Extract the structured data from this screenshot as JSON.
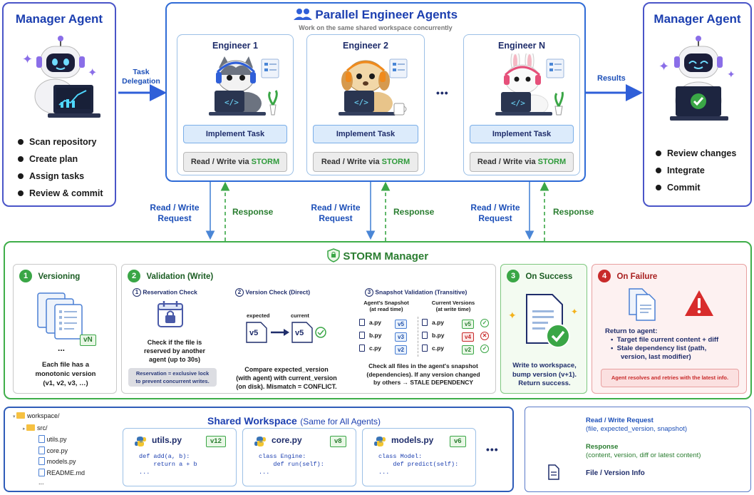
{
  "left_manager": {
    "title": "Manager Agent",
    "items": [
      "Scan repository",
      "Create plan",
      "Assign tasks",
      "Review & commit"
    ]
  },
  "right_manager": {
    "title": "Manager Agent",
    "items": [
      "Review changes",
      "Integrate",
      "Commit"
    ]
  },
  "arrows": {
    "task_delegation": "Task\nDelegation",
    "task_line1": "Task",
    "task_line2": "Delegation",
    "results": "Results",
    "rw_request_line1": "Read / Write",
    "rw_request_line2": "Request",
    "response": "Response"
  },
  "parallel": {
    "title": "Parallel Engineer Agents",
    "subtitle": "Work on the same shared workspace concurrently",
    "engineers": [
      {
        "name": "Engineer 1",
        "task": "Implement Task",
        "rw_prefix": "Read / Write via ",
        "rw_storm": "STORM"
      },
      {
        "name": "Engineer 2",
        "task": "Implement Task",
        "rw_prefix": "Read / Write via ",
        "rw_storm": "STORM"
      },
      {
        "name": "Engineer N",
        "task": "Implement Task",
        "rw_prefix": "Read / Write via ",
        "rw_storm": "STORM"
      }
    ],
    "ellipsis": "•••"
  },
  "storm": {
    "title": "STORM Manager",
    "versioning": {
      "num": "1",
      "title": "Versioning",
      "badge": "vN",
      "dots": "...",
      "desc_line1": "Each file has a",
      "desc_line2": "monotonic version",
      "desc_line3": "(v1, v2, v3, …)"
    },
    "validation": {
      "num": "2",
      "title": "Validation (Write)",
      "reservation": {
        "num": "1",
        "title": "Reservation Check",
        "desc_line1": "Check if the file is",
        "desc_line2": "reserved by another",
        "desc_line3": "agent (up to 30s)",
        "note_line1": "Reservation = exclusive lock",
        "note_line2": "to prevent concurrent writes."
      },
      "version": {
        "num": "2",
        "title": "Version Check (Direct)",
        "expected": "expected",
        "current": "current",
        "v_expected": "v5",
        "v_current": "v5",
        "desc_line1": "Compare expected_version",
        "desc_line2": "(with agent) with current_version",
        "desc_line3": "(on disk). Mismatch = CONFLICT."
      },
      "snapshot": {
        "num": "3",
        "title": "Snapshot Validation (Transitive)",
        "col1_line1": "Agent's Snapshot",
        "col1_line2": "(at read time)",
        "col2_line1": "Current Versions",
        "col2_line2": "(at write time)",
        "rows": [
          {
            "file": "a.py",
            "snap": "v5",
            "cur": "v5",
            "ok": true
          },
          {
            "file": "b.py",
            "snap": "v3",
            "cur": "v4",
            "ok": false
          },
          {
            "file": "c.py",
            "snap": "v2",
            "cur": "v2",
            "ok": true
          }
        ],
        "desc_line1": "Check all files in the agent's snapshot",
        "desc_line2": "(dependencies). If any version changed",
        "desc_line3": "by others → STALE DEPENDENCY"
      }
    },
    "success": {
      "num": "3",
      "title": "On Success",
      "desc_line1": "Write to workspace,",
      "desc_line2": "bump version (v+1).",
      "desc_line3": "Return success."
    },
    "failure": {
      "num": "4",
      "title": "On Failure",
      "return_label": "Return to agent:",
      "item1": "Target file current content + diff",
      "item2_line1": "Stale dependency list (path,",
      "item2_line2": "version, last modifier)",
      "note": "Agent resolves and retries with the latest info."
    }
  },
  "workspace": {
    "title": "Shared Workspace",
    "subtitle": "(Same for All Agents)",
    "tree": [
      "workspace/",
      "src/",
      "utils.py",
      "core.py",
      "models.py",
      "README.md",
      "..."
    ],
    "files": [
      {
        "name": "utils.py",
        "version": "v12",
        "code": [
          "def add(a, b):",
          "    return a + b",
          "..."
        ]
      },
      {
        "name": "core.py",
        "version": "v8",
        "code": [
          "class Engine:",
          "    def run(self):",
          "..."
        ]
      },
      {
        "name": "models.py",
        "version": "v6",
        "code": [
          "class Model:",
          "    def predict(self):",
          "..."
        ]
      }
    ],
    "ellipsis": "•••"
  },
  "legend": {
    "request_title": "Read / Write Request",
    "request_desc": "(file, expected_version, snapshot)",
    "response_title": "Response",
    "response_desc": "(content, version, diff or latest content)",
    "file_info": "File / Version Info"
  },
  "colors": {
    "blue_accent": "#1c4fb8",
    "green_accent": "#3aa646",
    "red_accent": "#c82a2a",
    "request_arrow": "#4a86d6",
    "response_arrow": "#3aa646"
  }
}
